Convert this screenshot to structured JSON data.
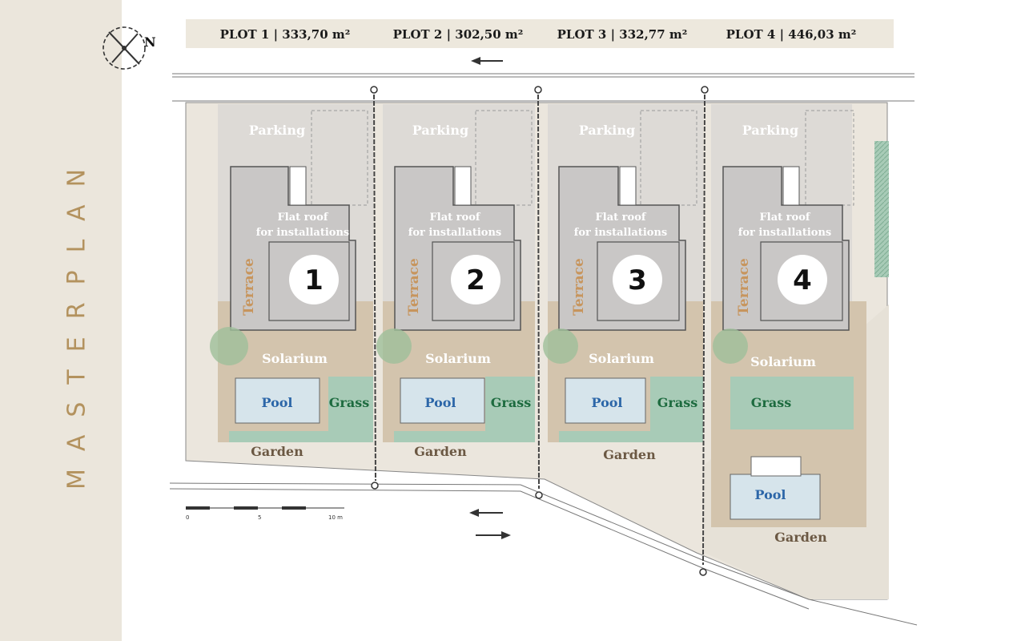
{
  "sidebar": {
    "title": "MASTERPLAN"
  },
  "plots": [
    {
      "label": "PLOT 1 | 333,70 m²",
      "number": "1"
    },
    {
      "label": "PLOT 2 | 302,50 m²",
      "number": "2"
    },
    {
      "label": "PLOT 3 | 332,77 m²",
      "number": "3"
    },
    {
      "label": "PLOT 4 | 446,03 m²",
      "number": "4"
    }
  ],
  "zones": {
    "parking": "Parking",
    "flat_roof_line1": "Flat roof",
    "flat_roof_line2": "for installations",
    "terrace": "Terrace",
    "solarium": "Solarium",
    "pool": "Pool",
    "grass": "Grass",
    "garden": "Garden"
  },
  "compass": {
    "label": "N",
    "icon": "compass-icon"
  },
  "scale_bar": {
    "ticks": [
      "0",
      "5",
      "10 m"
    ]
  },
  "colors": {
    "sidebar": "#ebe6dc",
    "title": "#b3925e",
    "house": "#c9c7c6",
    "parking": "#dddad6",
    "terrace_text": "#c7955d",
    "solarium": "#d3c4ad",
    "grass": "#a8cbb7",
    "grass_text": "#1d6b3f",
    "pool": "#d6e4eb",
    "pool_text": "#2c66a8",
    "garden_text": "#6b5843"
  }
}
